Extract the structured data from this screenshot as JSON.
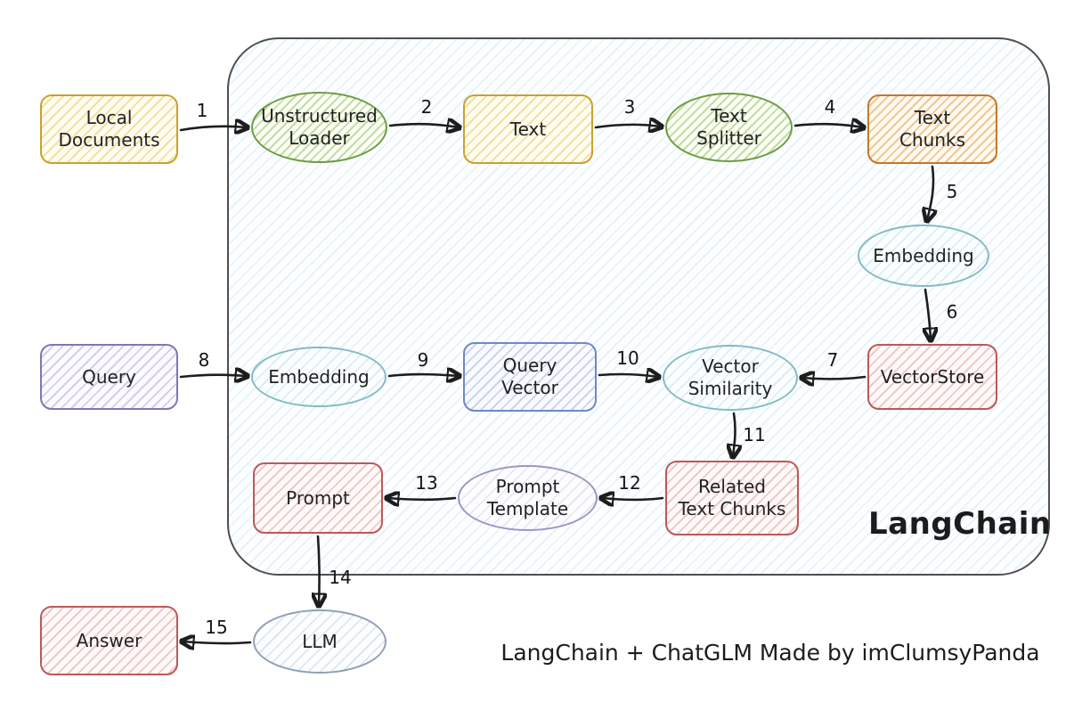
{
  "container": {
    "label": "LangChain"
  },
  "footer": "LangChain + ChatGLM Made by imClumsyPanda",
  "palette": {
    "yellow": "#c9a22d",
    "green": "#6d9c44",
    "orange": "#c4782a",
    "teal": "#83bac8",
    "red": "#bd5858",
    "purple": "#7f76b6",
    "blue": "#7186ca",
    "lavender": "#9b94c6",
    "steel": "#8da1b6",
    "container_hatch": "#a8d2ec",
    "arrow": "#1d1d1d"
  },
  "nodes": {
    "local_documents": {
      "label": "Local\nDocuments",
      "shape": "rect",
      "color": "yellow"
    },
    "unstructured_loader": {
      "label": "Unstructured\nLoader",
      "shape": "ellipse",
      "color": "green"
    },
    "text": {
      "label": "Text",
      "shape": "rect",
      "color": "yellow"
    },
    "text_splitter": {
      "label": "Text\nSplitter",
      "shape": "ellipse",
      "color": "green"
    },
    "text_chunks": {
      "label": "Text\nChunks",
      "shape": "rect",
      "color": "orange"
    },
    "embedding_docs": {
      "label": "Embedding",
      "shape": "ellipse",
      "color": "teal"
    },
    "vectorstore": {
      "label": "VectorStore",
      "shape": "rect",
      "color": "red"
    },
    "query": {
      "label": "Query",
      "shape": "rect",
      "color": "purple"
    },
    "embedding_query": {
      "label": "Embedding",
      "shape": "ellipse",
      "color": "teal"
    },
    "query_vector": {
      "label": "Query\nVector",
      "shape": "rect",
      "color": "blue"
    },
    "vector_similarity": {
      "label": "Vector\nSimilarity",
      "shape": "ellipse",
      "color": "teal"
    },
    "related_text_chunks": {
      "label": "Related\nText Chunks",
      "shape": "rect",
      "color": "red"
    },
    "prompt_template": {
      "label": "Prompt\nTemplate",
      "shape": "ellipse",
      "color": "lavender"
    },
    "prompt": {
      "label": "Prompt",
      "shape": "rect",
      "color": "red"
    },
    "llm": {
      "label": "LLM",
      "shape": "ellipse",
      "color": "steel"
    },
    "answer": {
      "label": "Answer",
      "shape": "rect",
      "color": "red"
    }
  },
  "edges": [
    {
      "label": "1",
      "from": "local_documents",
      "to": "unstructured_loader"
    },
    {
      "label": "2",
      "from": "unstructured_loader",
      "to": "text"
    },
    {
      "label": "3",
      "from": "text",
      "to": "text_splitter"
    },
    {
      "label": "4",
      "from": "text_splitter",
      "to": "text_chunks"
    },
    {
      "label": "5",
      "from": "text_chunks",
      "to": "embedding_docs"
    },
    {
      "label": "6",
      "from": "embedding_docs",
      "to": "vectorstore"
    },
    {
      "label": "7",
      "from": "vectorstore",
      "to": "vector_similarity"
    },
    {
      "label": "8",
      "from": "query",
      "to": "embedding_query"
    },
    {
      "label": "9",
      "from": "embedding_query",
      "to": "query_vector"
    },
    {
      "label": "10",
      "from": "query_vector",
      "to": "vector_similarity"
    },
    {
      "label": "11",
      "from": "vector_similarity",
      "to": "related_text_chunks"
    },
    {
      "label": "12",
      "from": "related_text_chunks",
      "to": "prompt_template"
    },
    {
      "label": "13",
      "from": "prompt_template",
      "to": "prompt"
    },
    {
      "label": "14",
      "from": "prompt",
      "to": "llm"
    },
    {
      "label": "15",
      "from": "llm",
      "to": "answer"
    }
  ]
}
